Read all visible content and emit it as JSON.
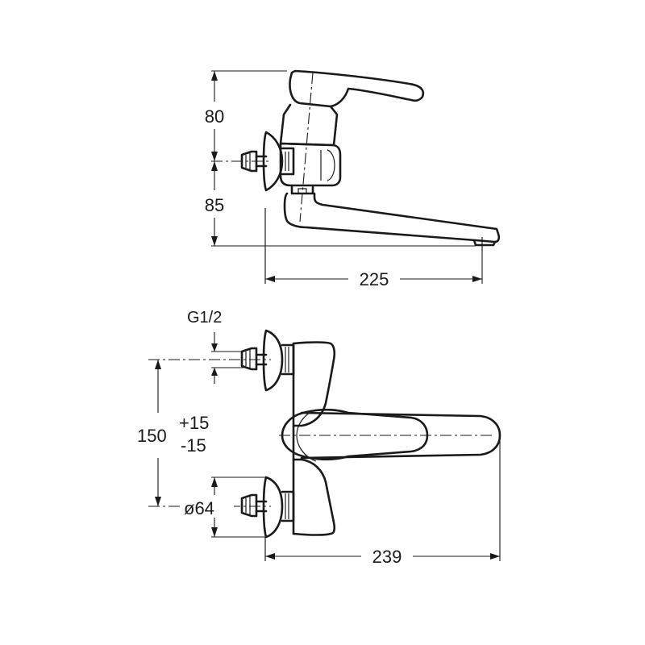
{
  "side_view": {
    "dim_top_height": "80",
    "dim_bottom_height": "85",
    "dim_projection": "225"
  },
  "top_view": {
    "thread_label": "G1/2",
    "dim_centers": "150",
    "tol_plus": "+15",
    "tol_minus": "-15",
    "flange_diameter": "ø64",
    "dim_projection": "239"
  },
  "colors": {
    "line": "#1a1a1a",
    "background": "#ffffff"
  }
}
